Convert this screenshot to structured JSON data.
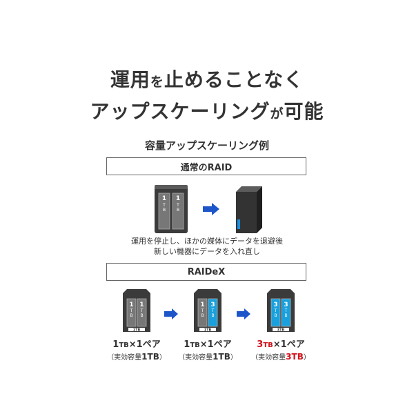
{
  "headline": {
    "line1_a": "運用",
    "line1_b": "を",
    "line1_c": "止めることなく",
    "line2_a": "アップスケーリング",
    "line2_b": "が",
    "line2_c": "可能"
  },
  "subtitle": "容量アップスケーリング例",
  "normal_raid": {
    "title": "通常のRAID",
    "nas_drive_labels": [
      "1TB",
      "1TB"
    ],
    "caption_line1": "運用を停止し、ほかの媒体にデータを退避後",
    "caption_line2": "新しい機器にデータを入れ直し"
  },
  "raidex": {
    "title": "RAIDeX",
    "units": [
      {
        "drive_labels": [
          "1TB",
          "1TB"
        ],
        "tag": "1TB",
        "label_num": "1",
        "label_unit": "TB",
        "label_rest": "×1ペア",
        "sub_pre": "（実効容量",
        "sub_num": "1",
        "sub_unit": "TB",
        "sub_post": "）"
      },
      {
        "drive_labels": [
          "1TB",
          "3TB"
        ],
        "tag": "1TB",
        "label_num": "1",
        "label_unit": "TB",
        "label_rest": "×1ペア",
        "sub_pre": "（実効容量",
        "sub_num": "1",
        "sub_unit": "TB",
        "sub_post": "）"
      },
      {
        "drive_labels": [
          "3TB",
          "3TB"
        ],
        "tag": "3TB",
        "label_num": "3",
        "label_unit": "TB",
        "label_rest": "×1ペア",
        "sub_pre": "（実効容量",
        "sub_num": "3",
        "sub_unit": "TB",
        "sub_post": "）"
      }
    ]
  },
  "colors": {
    "text": "#333333",
    "arrow": "#1d56c9",
    "nas_body": "#3b3b3b",
    "drive_gray": "#777777",
    "drive_blue": "#1aa0dc",
    "accent_red": "#d0121b"
  },
  "icons": [
    "nas-unit-icon",
    "arrow-right-icon",
    "external-drive-icon"
  ]
}
